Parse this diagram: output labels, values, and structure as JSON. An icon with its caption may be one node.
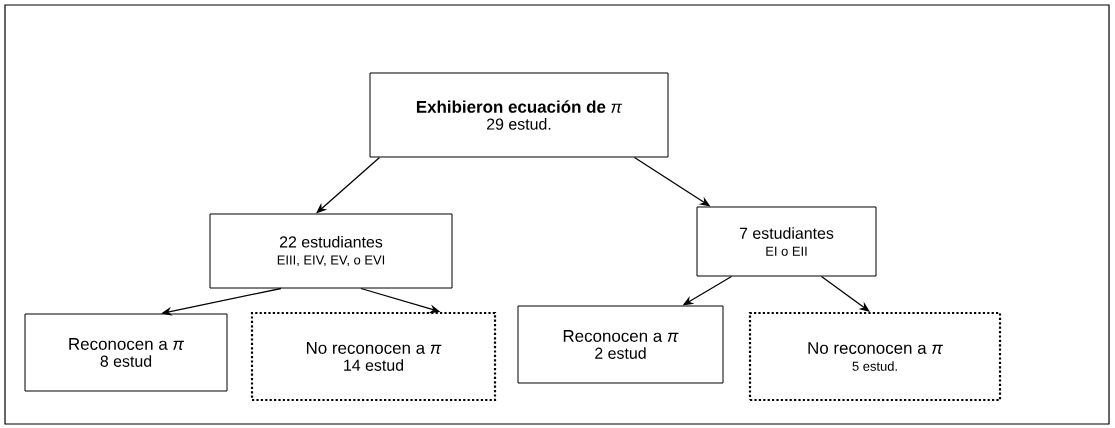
{
  "diagram": {
    "nodes": [
      {
        "text": [
          "**Exhibieron ecuación de** *π*",
          "29 estud."
        ]
      },
      {
        "text": [
          "22 estudiantes",
          "EIII, EIV, EV, o EVI"
        ]
      },
      {
        "text": [
          "7 estudiantes",
          "EI o EII"
        ]
      },
      {
        "text": [
          "Reconocen a *π*",
          "8 estud"
        ]
      },
      {
        "text": [
          "No reconocen a *π*",
          "14 estud"
        ]
      },
      {
        "text": [
          "Reconocen a *π*",
          "2 estud"
        ]
      },
      {
        "text": [
          "No reconocen a *π*",
          "5 estud."
        ]
      }
    ],
    "edges": [
      {
        "from": 0,
        "to": 1,
        "arrow": "to"
      },
      {
        "from": 0,
        "to": 2,
        "arrow": "to"
      },
      {
        "from": 1,
        "to": 3,
        "arrow": "to"
      },
      {
        "from": 1,
        "to": 4,
        "arrow": "to"
      },
      {
        "from": 2,
        "to": 5,
        "arrow": "to"
      },
      {
        "from": 2,
        "to": 6,
        "arrow": "to"
      }
    ]
  }
}
